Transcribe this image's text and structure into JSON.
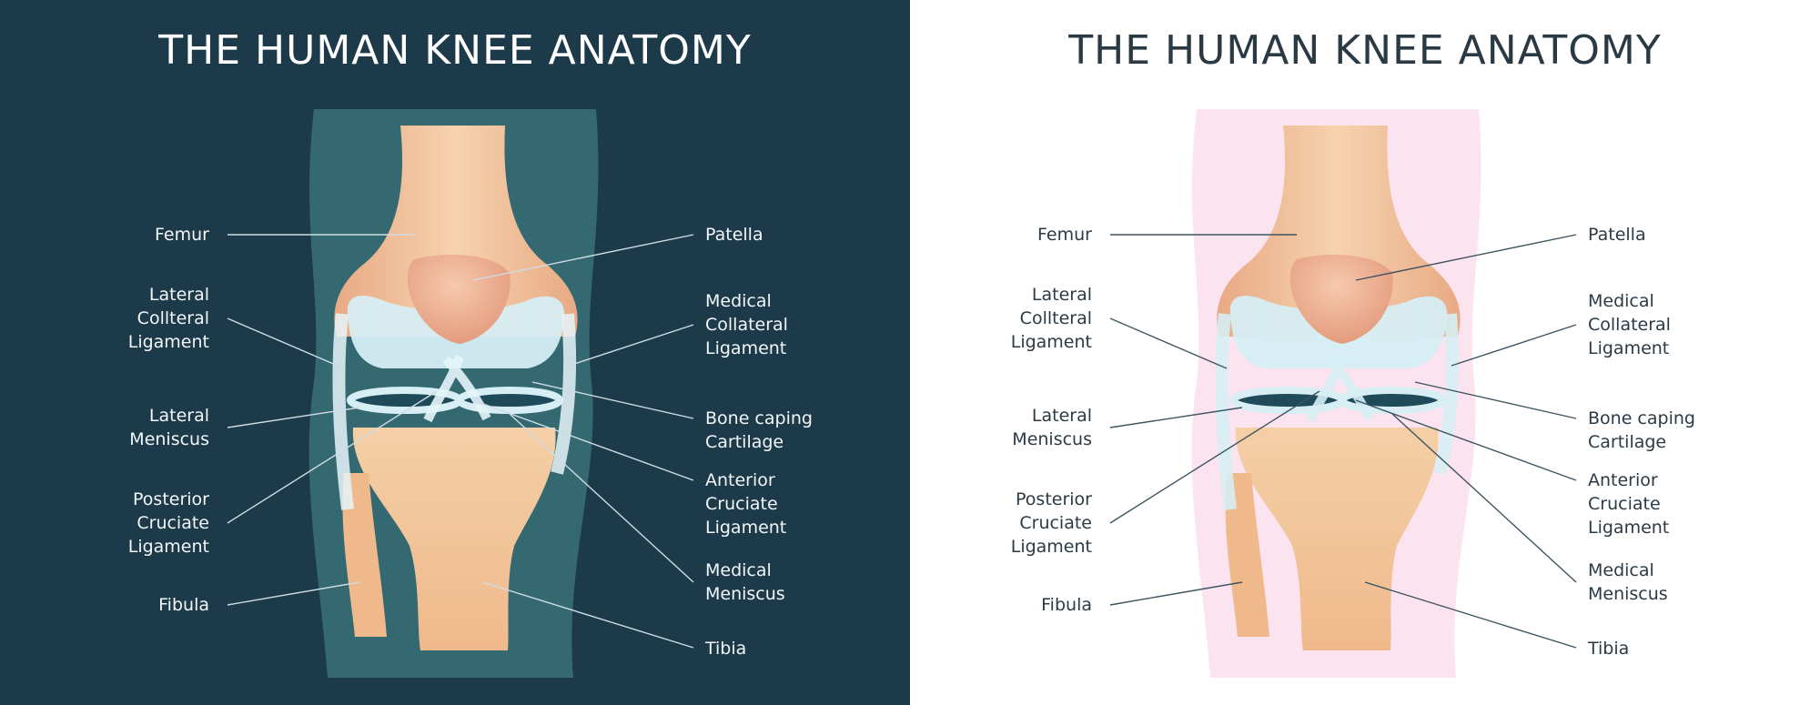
{
  "panels": [
    {
      "theme": "dark",
      "background": "#1d3a4a",
      "halo": "#3e7a80",
      "title": "THE HUMAN KNEE ANATOMY"
    },
    {
      "theme": "light",
      "background": "#ffffff",
      "halo": "#fbe3f0",
      "title": "THE HUMAN KNEE ANATOMY"
    }
  ],
  "labels": {
    "femur": [
      "Femur"
    ],
    "lateral_collateral_ligament": [
      "Lateral",
      "Collteral",
      "Ligament"
    ],
    "lateral_meniscus": [
      "Lateral",
      "Meniscus"
    ],
    "posterior_cruciate_ligament": [
      "Posterior",
      "Cruciate",
      "Ligament"
    ],
    "fibula": [
      "Fibula"
    ],
    "patella": [
      "Patella"
    ],
    "medical_collateral_ligament": [
      "Medical",
      "Collateral",
      "Ligament"
    ],
    "bone_caping_cartilage": [
      "Bone caping",
      "Cartilage"
    ],
    "anterior_cruciate_ligament": [
      "Anterior",
      "Cruciate",
      "Ligament"
    ],
    "medical_meniscus": [
      "Medical",
      "Meniscus"
    ],
    "tibia": [
      "Tibia"
    ]
  },
  "colors": {
    "bone": "#f2c8a0",
    "bone_shade": "#e8a984",
    "cartilage": "#d6eef4",
    "meniscus": "#1f4a5a"
  }
}
